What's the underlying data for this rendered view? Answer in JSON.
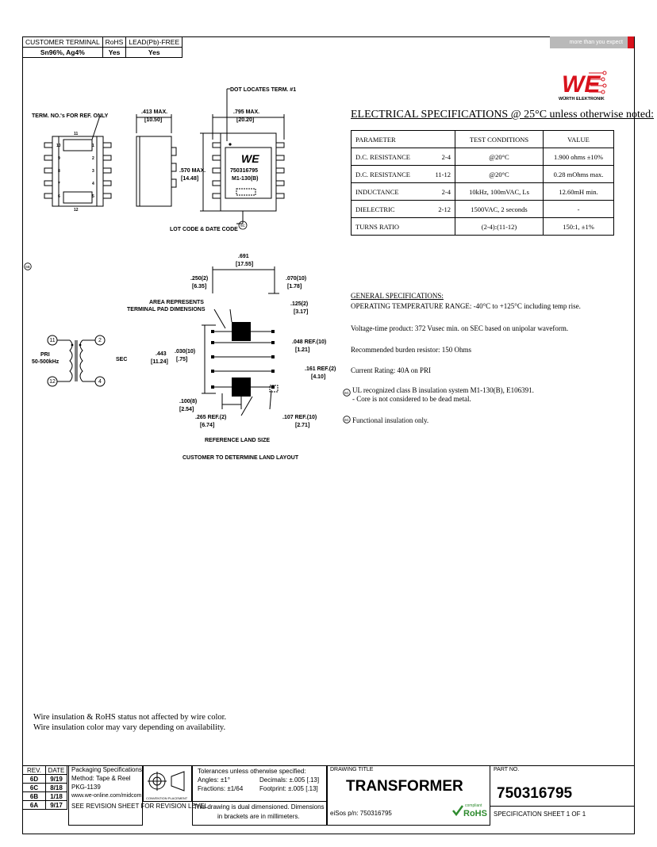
{
  "terminal_table": {
    "headers": [
      "CUSTOMER TERMINAL",
      "RoHS",
      "LEAD(Pb)-FREE"
    ],
    "values": [
      "Sn96%, Ag4%",
      "Yes",
      "Yes"
    ]
  },
  "brand": {
    "tagline": "more than you expect",
    "logo_text": "WE",
    "company": "WÜRTH ELEKTRONIK",
    "accent_color": "#d8121c"
  },
  "electrical": {
    "title": "ELECTRICAL SPECIFICATIONS @ 25°C unless otherwise noted:",
    "headers": [
      "PARAMETER",
      "TEST CONDITIONS",
      "VALUE"
    ],
    "rows": [
      {
        "param": "D.C. RESISTANCE",
        "pins": "2-4",
        "cond": "@20°C",
        "value": "1.900 ohms ±10%"
      },
      {
        "param": "D.C. RESISTANCE",
        "pins": "11-12",
        "cond": "@20°C",
        "value": "0.28 mOhms max."
      },
      {
        "param": "INDUCTANCE",
        "pins": "2-4",
        "cond": "10kHz, 100mVAC, Ls",
        "value": "12.60mH min."
      },
      {
        "param": "DIELECTRIC",
        "pins": "2-12",
        "cond": "1500VAC, 2 seconds",
        "value": "-"
      },
      {
        "param": "TURNS RATIO",
        "pins": "",
        "cond": "(2-4):(11-12)",
        "value": "150:1, ±1%"
      }
    ]
  },
  "general": {
    "title": "GENERAL SPECIFICATIONS:",
    "operating": "OPERATING TEMPERATURE RANGE: -40°C to +125°C including temp rise.",
    "voltage_time": "Voltage-time product: 372 Vusec min. on SEC based on unipolar waveform.",
    "burden": "Recommended burden resistor: 150 Ohms",
    "current": "Current Rating: 40A on PRI",
    "ul_1": "UL recognized class B insulation system M1-130(B), E106391.",
    "ul_2": "- Core is not considered to be dead metal.",
    "functional": "Functional insulation only.",
    "mark": "6C"
  },
  "drawing": {
    "term_ref": "TERM. NO.'s FOR REF. ONLY",
    "dim_413": ".413 MAX.",
    "dim_413_mm": "[10.50]",
    "dot_locates": "DOT LOCATES TERM. #1",
    "dim_795": ".795 MAX.",
    "dim_795_mm": "[20.20]",
    "dim_570": ".570 MAX.",
    "dim_570_mm": "[14.48]",
    "part_marking": "750316795",
    "part_marking_2": "M1-130(B)",
    "lot_code": "LOT CODE & DATE CODE",
    "pins_left": [
      "10",
      "9",
      "8",
      "7",
      "6"
    ],
    "pins_right": [
      "1",
      "2",
      "3",
      "4",
      "5"
    ],
    "pin_top": "11",
    "pin_bottom": "12",
    "pri_label": "PRI",
    "pri_freq": "50-500kHz",
    "sec_label": "SEC",
    "schem_pins": [
      "11",
      "2",
      "12",
      "4"
    ],
    "circle_mark": "6B",
    "land": {
      "dim_691": ".691",
      "dim_691_mm": "[17.55]",
      "dim_250": ".250(2)",
      "dim_250_mm": "[6.35]",
      "dim_070": ".070(10)",
      "dim_070_mm": "[1.78]",
      "dim_125": ".125(2)",
      "dim_125_mm": "[3.17]",
      "area_1": "AREA REPRESENTS",
      "area_2": "TERMINAL PAD DIMENSIONS",
      "dim_443": ".443",
      "dim_443_mm": "[11.24]",
      "dim_030": ".030(10)",
      "dim_030_mm": "[.75]",
      "dim_048": ".048 REF.(10)",
      "dim_048_mm": "[1.21]",
      "dim_161": ".161 REF.(2)",
      "dim_161_mm": "[4.10]",
      "dim_100": ".100(8)",
      "dim_100_mm": "[2.54]",
      "dim_265": ".265 REF.(2)",
      "dim_265_mm": "[6.74]",
      "dim_107": ".107 REF.(10)",
      "dim_107_mm": "[2.71]",
      "ref_land": "REFERENCE LAND SIZE",
      "customer": "CUSTOMER TO DETERMINE LAND LAYOUT"
    }
  },
  "notes": [
    "Wire insulation & RoHS status not affected by wire color.",
    "Wire insulation color may vary depending on availability."
  ],
  "title_block": {
    "rev_headers": [
      "REV.",
      "DATE"
    ],
    "revisions": [
      {
        "rev": "6D",
        "date": "9/19"
      },
      {
        "rev": "6C",
        "date": "8/18"
      },
      {
        "rev": "6B",
        "date": "1/18"
      },
      {
        "rev": "6A",
        "date": "9/17"
      }
    ],
    "packaging_1": "Packaging Specifications",
    "packaging_2": "Method: Tape & Reel",
    "packaging_3": "PKG-1139",
    "packaging_4": "www.we-online.com/midcom",
    "revision_sheet": "SEE REVISION SHEET FOR REVISION LEVEL",
    "convention": "CONVENTION PLACEMENT",
    "tolerances": "Tolerances unless otherwise specified:",
    "angles": "Angles: ±1°",
    "decimals": "Decimals: ±.005 [.13]",
    "fractions": "Fractions: ±1/64",
    "footprint": "Footprint: ±.005 [.13]",
    "dual_1": "This drawing is dual dimensioned. Dimensions",
    "dual_2": "in brackets are in millimeters.",
    "drawing_title_label": "DRAWING TITLE",
    "drawing_title": "TRANSFORMER",
    "esos": "eiSos p/n: 750316795",
    "rohs_small": "compliant",
    "rohs": "RoHS",
    "part_no_label": "PART NO.",
    "part_no": "750316795",
    "spec_sheet": "SPECIFICATION SHEET 1 OF 1"
  }
}
